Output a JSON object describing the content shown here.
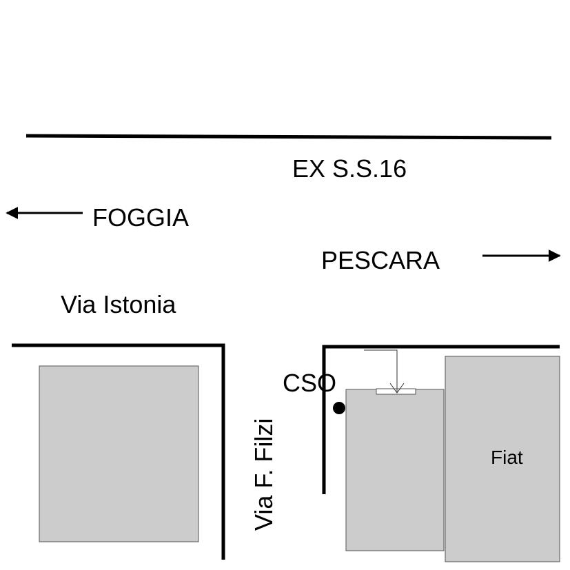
{
  "map": {
    "road_label": "EX S.S.16",
    "direction_left": "FOGGIA",
    "direction_right": "PESCARA",
    "street_horizontal": "Via Istonia",
    "street_vertical": "Via F. Filzi",
    "point_label": "CSO",
    "building_label": "Fiat"
  },
  "colors": {
    "line": "#000000",
    "building_fill": "#cccccc",
    "building_stroke": "#555555",
    "background": "#ffffff"
  }
}
